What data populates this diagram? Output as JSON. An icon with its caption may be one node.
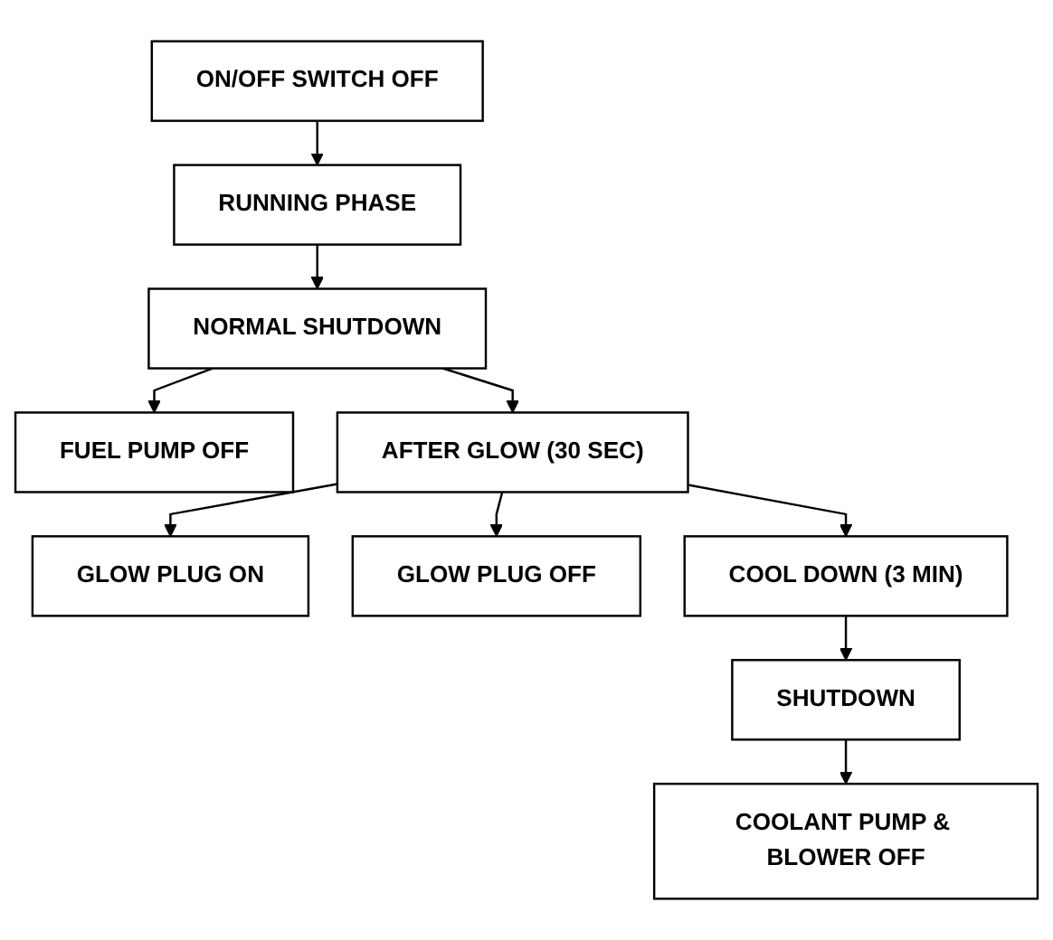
{
  "diagram": {
    "nodes": [
      {
        "text": [
          "ON/OFF SWITCH OFF"
        ]
      },
      {
        "text": [
          "RUNNING PHASE"
        ]
      },
      {
        "text": [
          "NORMAL SHUTDOWN"
        ]
      },
      {
        "text": [
          "FUEL PUMP OFF"
        ]
      },
      {
        "text": [
          "GLOW PLUG ON"
        ]
      },
      {
        "text": [
          "AFTER GLOW (30 SEC)"
        ]
      },
      {
        "text": [
          "GLOW PLUG OFF"
        ]
      },
      {
        "text": [
          "COOL DOWN (3 MIN)"
        ]
      },
      {
        "text": [
          "COOLANT PUMP & BLOWER OFF"
        ]
      },
      {
        "text": [
          "SHUTDOWN"
        ]
      }
    ],
    "edges": [
      {
        "from": 0,
        "to": 1,
        "arrow": "to"
      },
      {
        "from": 1,
        "to": 2,
        "arrow": "to"
      },
      {
        "from": 2,
        "to": 3,
        "arrow": "to"
      },
      {
        "from": 2,
        "to": 5,
        "arrow": "to"
      },
      {
        "from": 5,
        "to": 4,
        "arrow": "to"
      },
      {
        "from": 5,
        "to": 6,
        "arrow": "to"
      },
      {
        "from": 5,
        "to": 7,
        "arrow": "to"
      },
      {
        "from": 7,
        "to": 9,
        "arrow": "to"
      },
      {
        "from": 9,
        "to": 8,
        "arrow": "to"
      }
    ]
  }
}
